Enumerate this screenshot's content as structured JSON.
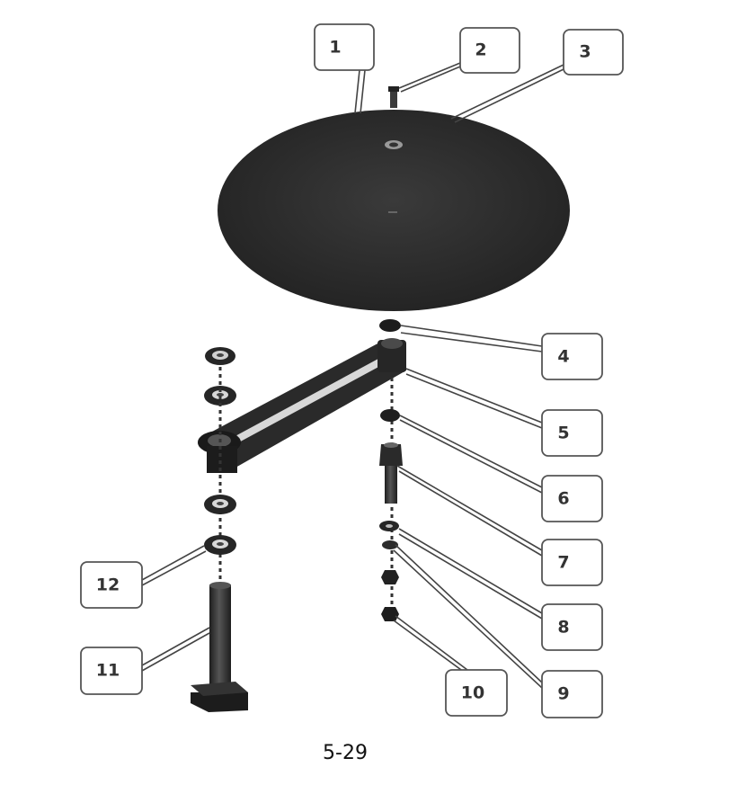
{
  "callouts": [
    {
      "id": "1",
      "label": "1"
    },
    {
      "id": "2",
      "label": "2"
    },
    {
      "id": "3",
      "label": "3"
    },
    {
      "id": "4",
      "label": "4"
    },
    {
      "id": "5",
      "label": "5"
    },
    {
      "id": "6",
      "label": "6"
    },
    {
      "id": "7",
      "label": "7"
    },
    {
      "id": "8",
      "label": "8"
    },
    {
      "id": "9",
      "label": "9"
    },
    {
      "id": "10",
      "label": "10"
    },
    {
      "id": "11",
      "label": "11"
    },
    {
      "id": "12",
      "label": "12"
    }
  ],
  "caption": "5-29",
  "colors": {
    "part_fill": "#2b2b2b",
    "part_highlight": "#cfcfcf",
    "callout_border": "#555555",
    "leader_line": "#444444"
  }
}
